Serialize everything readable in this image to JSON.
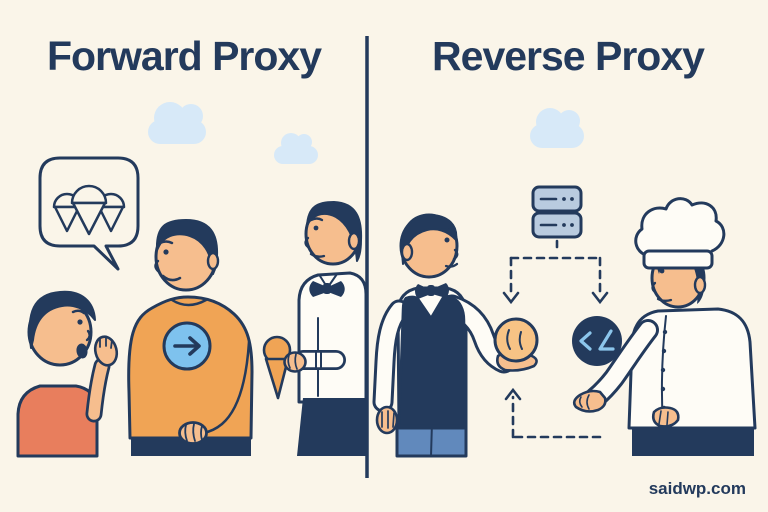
{
  "titles": {
    "left": "Forward Proxy",
    "right": "Reverse Proxy"
  },
  "watermark": "saidwp.com",
  "colors": {
    "background_cream": "#FAF5E9",
    "ink_navy": "#233A5C",
    "coral_shirt": "#E87E5D",
    "orange_sweater": "#F0A455",
    "skin": "#F6BE8E",
    "cloud_blue": "#D7E9F8",
    "arrow_circle_blue": "#7EC2EE",
    "server_fill_blue_gray": "#B9CBDF",
    "jeans_blue": "#6189BC",
    "ball_orange": "#F7C385",
    "code_glyph_blue": "#8CC6EC",
    "cloth_white": "#FEFCF6"
  },
  "icons": {
    "speech_bubble": "speech-bubble with three ice cream cones",
    "cloud": "cloud",
    "right_arrow_circle": "→",
    "ice_cream_cone": "ice cream cone",
    "server_stack": "two stacked server units",
    "code_circle_glyph": "</",
    "order_ball": "round order token",
    "dashed_flow": "dashed request/response arrows"
  },
  "figures": {
    "left_panel": [
      "client-child",
      "forward-proxy-man",
      "ice-cream-vendor"
    ],
    "right_panel": [
      "reverse-proxy-waiter",
      "server-stack",
      "code-circle",
      "chef"
    ]
  }
}
